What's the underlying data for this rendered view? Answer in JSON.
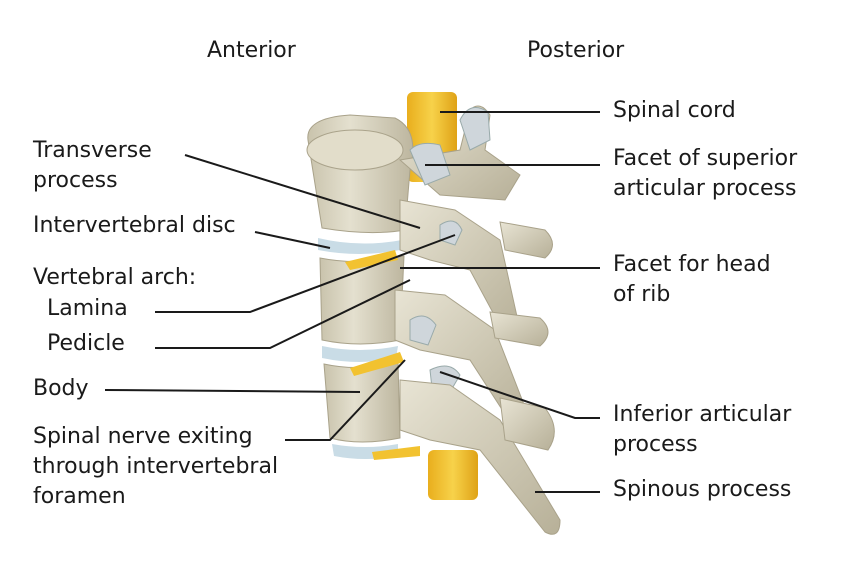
{
  "headings": {
    "anterior": "Anterior",
    "posterior": "Posterior"
  },
  "labels": {
    "transverse_process": [
      "Transverse",
      "process"
    ],
    "intervertebral_disc": "Intervertebral disc",
    "vertebral_arch": "Vertebral arch:",
    "lamina": "Lamina",
    "pedicle": "Pedicle",
    "body": "Body",
    "spinal_nerve": [
      "Spinal nerve exiting",
      "through intervertebral",
      "foramen"
    ],
    "spinal_cord": "Spinal cord",
    "facet_superior": [
      "Facet of superior",
      "articular process"
    ],
    "facet_rib": [
      "Facet for head",
      "of rib"
    ],
    "inferior_articular": [
      "Inferior articular",
      "process"
    ],
    "spinous_process": "Spinous process"
  },
  "colors": {
    "bone": "#ddd8c4",
    "bone_shadow": "#b9b29c",
    "disc": "#c9dce6",
    "nerve": "#f2c230",
    "line": "#1a1a1a"
  }
}
